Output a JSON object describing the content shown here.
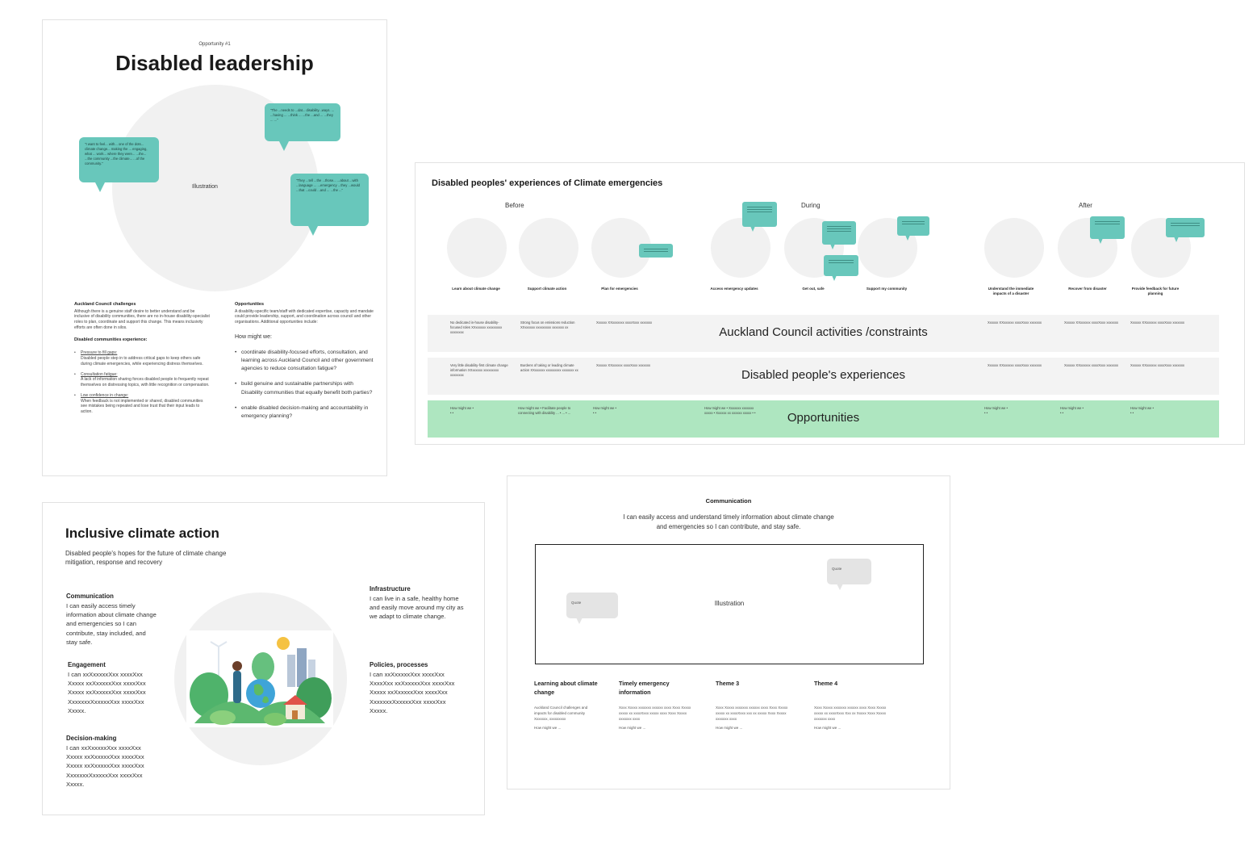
{
  "frame1": {
    "kicker": "Opportunity #1",
    "title": "Disabled leadership",
    "illustration": "Illustration",
    "quotes": [
      "\"I want to feel... with... one of the dots... climate change... making the ... engaging, what ... work... where they were... ...the... ...the community ...the climate... ...of the community.\"",
      "\"The ...needs to ...dat... disability...ways. ... ...having ... ...think ... ...the ...and ... ...they ... ...\"",
      "\"They ...tell ...the ...those... ...about ...with ...language ... ...emergency ...they ...would ...that ...could ...and ... ...the ...\""
    ],
    "left": {
      "heading": "Auckland Council challenges",
      "body": "Although there is a genuine staff desire to better understand and be inclusive of disability communities, there are no in-house disability-specialist roles to plan, coordinate and support this change. This means inclusivity efforts are often done in silos.",
      "subheading": "Disabled communities experience:",
      "items": [
        {
          "title": "Pressure to fill gaps:",
          "text": "Disabled people step in to address critical gaps to keep others safe during climate emergencies, while experiencing distress themselves."
        },
        {
          "title": "Consultation fatigue:",
          "text": "A lack of information sharing forces disabled people to frequently repeat themselves on distressing topics, with little recognition or compensation."
        },
        {
          "title": "Low confidence in change:",
          "text": "When feedback is not implemented or shared, disabled communities see mistakes being repeated and lose trust that their input leads to action."
        }
      ]
    },
    "right": {
      "heading": "Opportunities",
      "body": "A disability-specific team/staff with dedicated expertise, capacity and mandate could provide leadership, support, and coordination across council and other organisations. Additional opportunities include:",
      "how": "How might we:",
      "items": [
        "coordinate disability-focused efforts, consultation, and learning across Auckland Council and other government agencies to reduce consultation fatigue?",
        "build genuine and sustainable partnerships with Disability communities that equally benefit both parties?",
        "enable disabled decision-making and accountability in emergency planning?"
      ]
    }
  },
  "frame2": {
    "title": "Disabled peoples' experiences of Climate emergencies",
    "phases": [
      "Before",
      "During",
      "After"
    ],
    "steps": [
      "Learn about climate change",
      "Support climate action",
      "Plan for emergencies",
      "Access emergency updates",
      "Get out, safe",
      "Support my community",
      "Understand the immediate impacts of a disaster",
      "Recover from disaster",
      "Provide feedback for future planning"
    ],
    "rows": [
      {
        "label": "Auckland Council activities /constraints",
        "cells": [
          "No dedicated in-house disability-focused roles XXxxxxxx xxxxxxxxx xxxxxxxx",
          "Strong focus on emissions reduction XXxxxxxx xxxxxxxxx xxxxxxx xx",
          "Xxxxxx XXxxxxxxx xxxxXxxx xxxxxxx",
          "Xxxxxx XXxxxxxx xxxxXxxx xxxxxxx",
          "Xxxxxx XXxxxxxx xxxxXxxx xxxxxxx",
          "Xxxxxx XXxxxxxx xxxxXxxx xxxxxxx"
        ]
      },
      {
        "label": "Disabled people's experiences",
        "cells": [
          "Very little disability-first climate change information XXxxxxxx xxxxxxxxx xxxxxxxx",
          "Burdens of taking or leading climate action XXxxxxxx xxxxxxxxx xxxxxxx xx",
          "Xxxxxx XXxxxxxx xxxxXxxx xxxxxxx",
          "Xxxxxx XXxxxxxx xxxxXxxx xxxxxxx",
          "Xxxxxx XXxxxxxx xxxxXxxx xxxxxxx",
          "Xxxxxx XXxxxxxx xxxxXxxx xxxxxxx"
        ]
      },
      {
        "label": "Opportunities",
        "cells": [
          "How might we • • •",
          "How might we • Facilitate people to connecting with disability ... • ... • ...",
          "How might we • • •",
          "How might we • Xxxxxxx xxxxxxx xxxxx • Xxxxxx xx xxxxxx xxxxx • •",
          "How might we • • •",
          "How might we • • •",
          "How might we • • •"
        ]
      }
    ]
  },
  "frame3": {
    "title": "Inclusive climate action",
    "subtitle": "Disabled people's hopes for the future of climate change mitigation, response and recovery",
    "sections": {
      "communication": {
        "title": "Communication",
        "text": "I can easily access timely information about climate change and emergencies so I can contribute, stay included, and stay safe."
      },
      "engagement": {
        "title": "Engagement",
        "text": "I can xxXxxxxxXxx xxxxXxx Xxxxx xxXxxxxxXxx xxxxXxx Xxxxx xxXxxxxxXxx xxxxXxx XxxxxxxXxxxxxXxx xxxxXxx Xxxxx."
      },
      "decision": {
        "title": "Decision-making",
        "text": "I can xxXxxxxxXxx xxxxXxx Xxxxx xxXxxxxxXxx xxxxXxx Xxxxx xxXxxxxxXxx xxxxXxx XxxxxxxXxxxxxXxx xxxxXxx Xxxxx."
      },
      "infrastructure": {
        "title": "Infrastructure",
        "text": "I can live in a safe, healthy home and easily move around my city as we adapt to climate change."
      },
      "policies": {
        "title": "Policies, processes",
        "text": "I can xxXxxxxxXxx xxxxXxx XxxxXxx xxXxxxxxXxx xxxxXxx Xxxxx xxXxxxxxXxx xxxxXxx XxxxxxxXxxxxxXxx xxxxXxx Xxxxx."
      }
    }
  },
  "frame4": {
    "title": "Communication",
    "description_line1": "I can easily access and understand timely information about climate change",
    "description_line2": "and emergencies so I can contribute, and stay safe.",
    "illustration": "Illustration",
    "quote_labels": [
      "Quote",
      "Quote"
    ],
    "themes": [
      {
        "title": "Learning about climate change",
        "body": "Auckland Council challenges and impacts for disabled community Xxxxxxx, xxxxxxxxx",
        "how": "How might we ..."
      },
      {
        "title": "Timely emergency information",
        "body": "Xxxx Xxxxx xxxxxxx xxxxxx xxxx Xxxx Xxxxx xxxxx xx xxxxXxxx xxxxx xxxx Xxxx Xxxxx xxxxxxx xxxx",
        "how": "How might we ..."
      },
      {
        "title": "Theme 3",
        "body": "Xxxx Xxxxx xxxxxxx xxxxxx xxxx Xxxx Xxxxx xxxxx xx xxxxXxxx xxx xx xxxxx Xxxx Xxxxx xxxxxxx xxxx",
        "how": "How might we ..."
      },
      {
        "title": "Theme 4",
        "body": "Xxxx Xxxxx xxxxxxx xxxxxx xxxx Xxxx Xxxxx xxxxx xx xxxxXxxx Xxx xx Xxxxx Xxxx Xxxxx xxxxxxx xxxx",
        "how": "How might we ..."
      }
    ]
  }
}
